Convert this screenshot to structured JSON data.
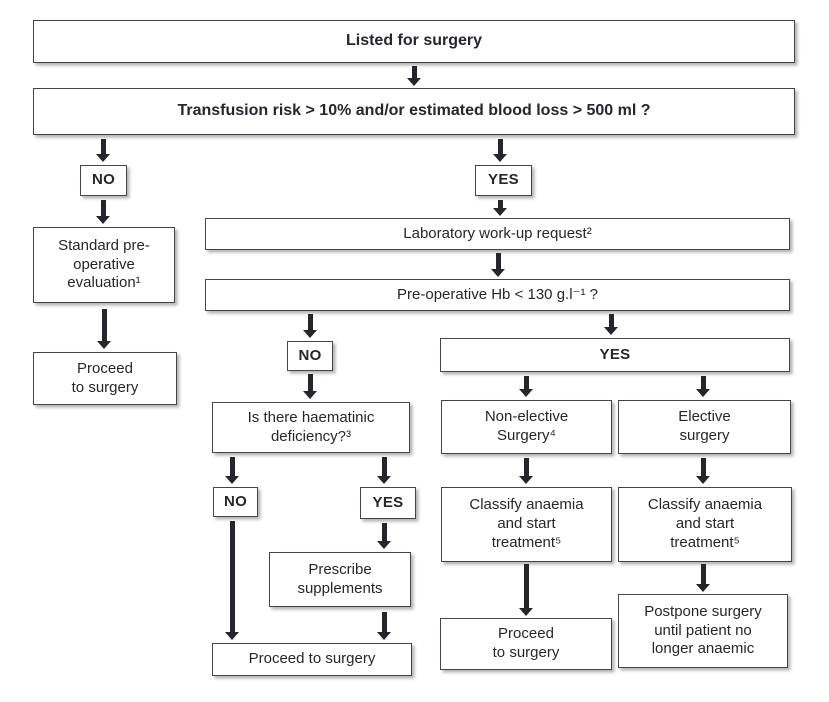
{
  "colors": {
    "bg": "#ffffff",
    "border": "#454545",
    "text": "#26262e",
    "arrow": "#25252b"
  },
  "nodes": {
    "listed": {
      "label": "Listed for surgery"
    },
    "risk": {
      "label": "Transfusion risk > 10% and/or estimated blood loss > 500 ml ?"
    },
    "no1": {
      "label": "NO"
    },
    "yes1": {
      "label": "YES"
    },
    "standard_preop": {
      "lines": [
        "Standard pre-",
        "operative",
        "evaluation¹"
      ]
    },
    "proceed_left": {
      "lines": [
        "Proceed",
        "to surgery"
      ]
    },
    "lab": {
      "label": "Laboratory work-up request²"
    },
    "hb": {
      "label": "Pre-operative Hb < 130 g.l⁻¹ ?"
    },
    "no2": {
      "label": "NO"
    },
    "yes2": {
      "label": "YES"
    },
    "haematinic": {
      "lines": [
        "Is there haematinic",
        "deficiency?³"
      ]
    },
    "no3": {
      "label": "NO"
    },
    "yes3": {
      "label": "YES"
    },
    "prescribe": {
      "lines": [
        "Prescribe",
        "supplements"
      ]
    },
    "proceed_mid": {
      "label": "Proceed to surgery"
    },
    "nonelective": {
      "lines": [
        "Non-elective",
        "Surgery⁴"
      ]
    },
    "elective": {
      "lines": [
        "Elective",
        "surgery"
      ]
    },
    "classify_left": {
      "lines": [
        "Classify anaemia",
        "and start",
        "treatment⁵"
      ]
    },
    "classify_right": {
      "lines": [
        "Classify anaemia",
        "and start",
        "treatment⁵"
      ]
    },
    "proceed_right": {
      "lines": [
        "Proceed",
        "to surgery"
      ]
    },
    "postpone": {
      "lines": [
        "Postpone surgery",
        "until patient no",
        "longer anaemic"
      ]
    }
  }
}
